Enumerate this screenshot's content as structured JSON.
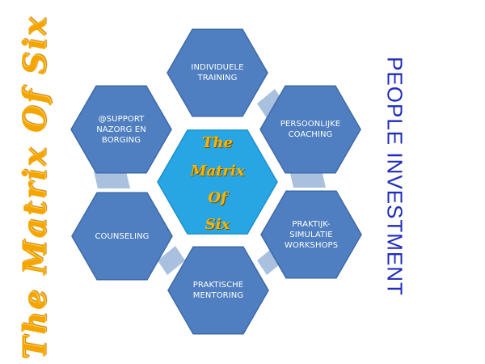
{
  "side_title": "The Matrix Of Six",
  "side_subtitle": "PEOPLE INVESTMENT",
  "center": {
    "lines": [
      "The",
      "Matrix",
      "Of",
      "Six"
    ]
  },
  "hexagons": [
    {
      "id": "individuele-training",
      "label": "INDIVIDUELE\nTRAINING"
    },
    {
      "id": "persoonlijke-coaching",
      "label": "PERSOONLIJKE\nCOACHING"
    },
    {
      "id": "praktijk-simulatie-workshops",
      "label": "PRAKTIJK-\nSIMULATIE\nWORKSHOPS"
    },
    {
      "id": "praktische-mentoring",
      "label": "PRAKTISCHE\nMENTORING"
    },
    {
      "id": "counseling",
      "label": "COUNSELING"
    },
    {
      "id": "support-nazorg-borging",
      "label": "@SUPPORT\nNAZORG EN\nBORGING"
    }
  ],
  "colors": {
    "hex_fill": "#4f7fc0",
    "hex_stroke": "#3d6aa8",
    "center_fill": "#27a6e3",
    "center_stroke": "#1d8fcc",
    "connector": "#aac0df",
    "title_orange": "#f5a500",
    "subtitle_blue": "#1f2bbf"
  }
}
